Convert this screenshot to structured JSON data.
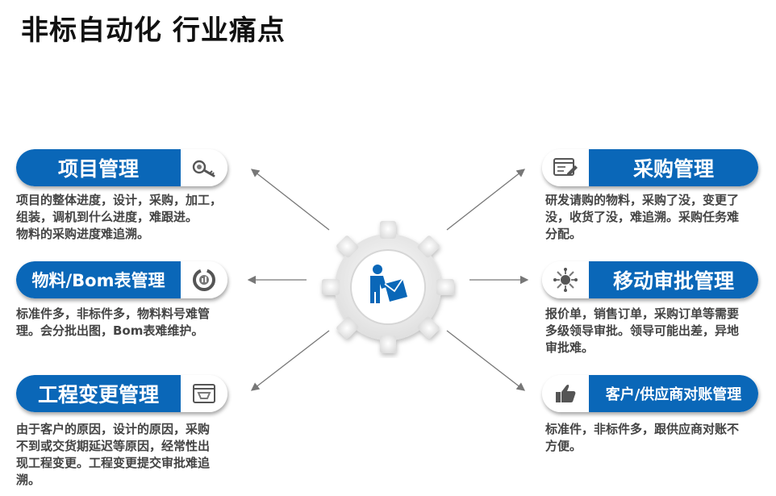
{
  "title": "非标自动化 行业痛点",
  "items": [
    {
      "label": "项目管理",
      "icon": "key-search-icon",
      "desc": [
        "项目的整体进度，设计，采购，加工，",
        "组装，调机到什么进度，难跟进。",
        "物料的采购进度难追溯。"
      ]
    },
    {
      "label": "物料/Bom表管理",
      "icon": "chart-target-icon",
      "desc": [
        "标准件多，非标件多，物料料号难管",
        "理。会分批出图，Bom表难维护。"
      ]
    },
    {
      "label": "工程变更管理",
      "icon": "inbox-window-icon",
      "desc": [
        "由于客户的原因，设计的原因，采购",
        "不到或交货期延迟等原因，经常性出",
        "现工程变更。工程变更提交审批难追",
        "溯。"
      ]
    },
    {
      "label": "采购管理",
      "icon": "form-edit-icon",
      "desc": [
        "研发请购的物料，采购了没，变更了",
        "没，收货了没，难追溯。采购任务难",
        "分配。"
      ]
    },
    {
      "label": "移动审批管理",
      "icon": "network-cog-icon",
      "desc": [
        "报价单，销售订单，采购订单等需要",
        "多级领导审批。领导可能出差，异地",
        "审批难。"
      ]
    },
    {
      "label": "客户/供应商对账管理",
      "icon": "thumbs-up-icon",
      "desc": [
        "标准件，非标件多，跟供应商对账不",
        "方便。"
      ]
    }
  ],
  "colors": {
    "accent": "#0a67b8",
    "text": "#444444",
    "arrow": "#777777"
  },
  "center_icon": "worker-mail-icon"
}
